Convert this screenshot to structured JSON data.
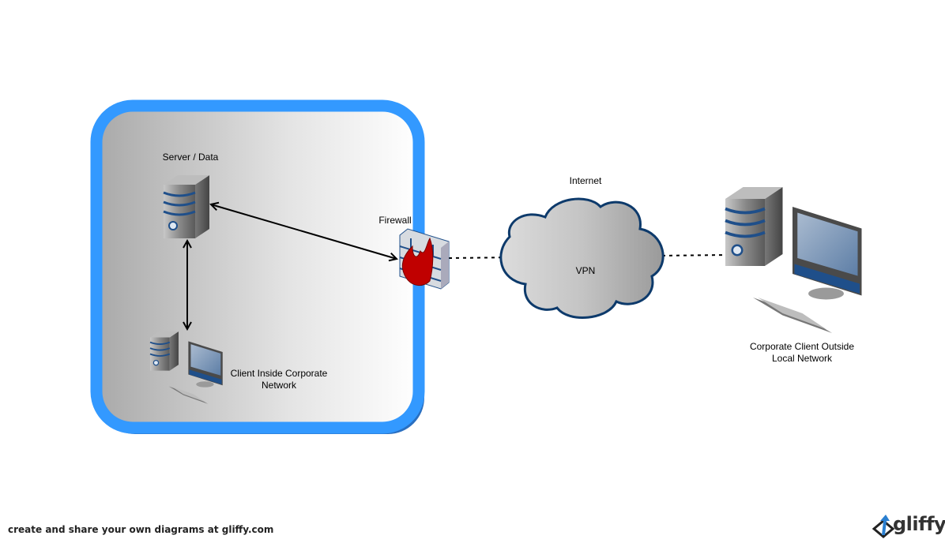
{
  "diagram": {
    "labels": {
      "server": "Server / Data",
      "firewall": "Firewall",
      "internet": "Internet",
      "vpn": "VPN",
      "client_inside_1": "Client Inside Corporate",
      "client_inside_2": "Network",
      "client_outside_1": "Corporate Client Outside",
      "client_outside_2": "Local Network"
    },
    "colors": {
      "network_border": "#3399ff",
      "network_border_shadow": "#2a6fc0",
      "cloud_stroke": "#0d3a6b",
      "icon_accent": "#1f4f8a",
      "flame": "#c00000"
    }
  },
  "footer": {
    "text": "create and share your own diagrams at gliffy.com",
    "logo_text": "gliffy"
  }
}
